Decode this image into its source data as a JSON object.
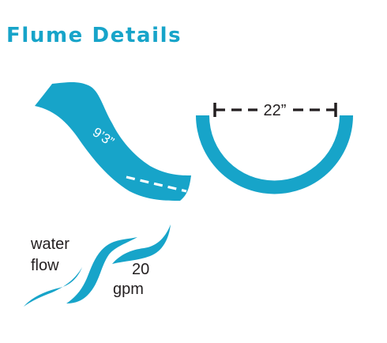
{
  "title": "Flume Details",
  "slide": {
    "length_label": "9’3”"
  },
  "bowl": {
    "width_label": "22”"
  },
  "water": {
    "label_line1": "water",
    "label_line2": "flow",
    "rate_value": "20",
    "rate_unit": "gpm"
  },
  "colors": {
    "accent": "#17a4c9",
    "text_dark": "#231f20",
    "background": "#ffffff"
  }
}
